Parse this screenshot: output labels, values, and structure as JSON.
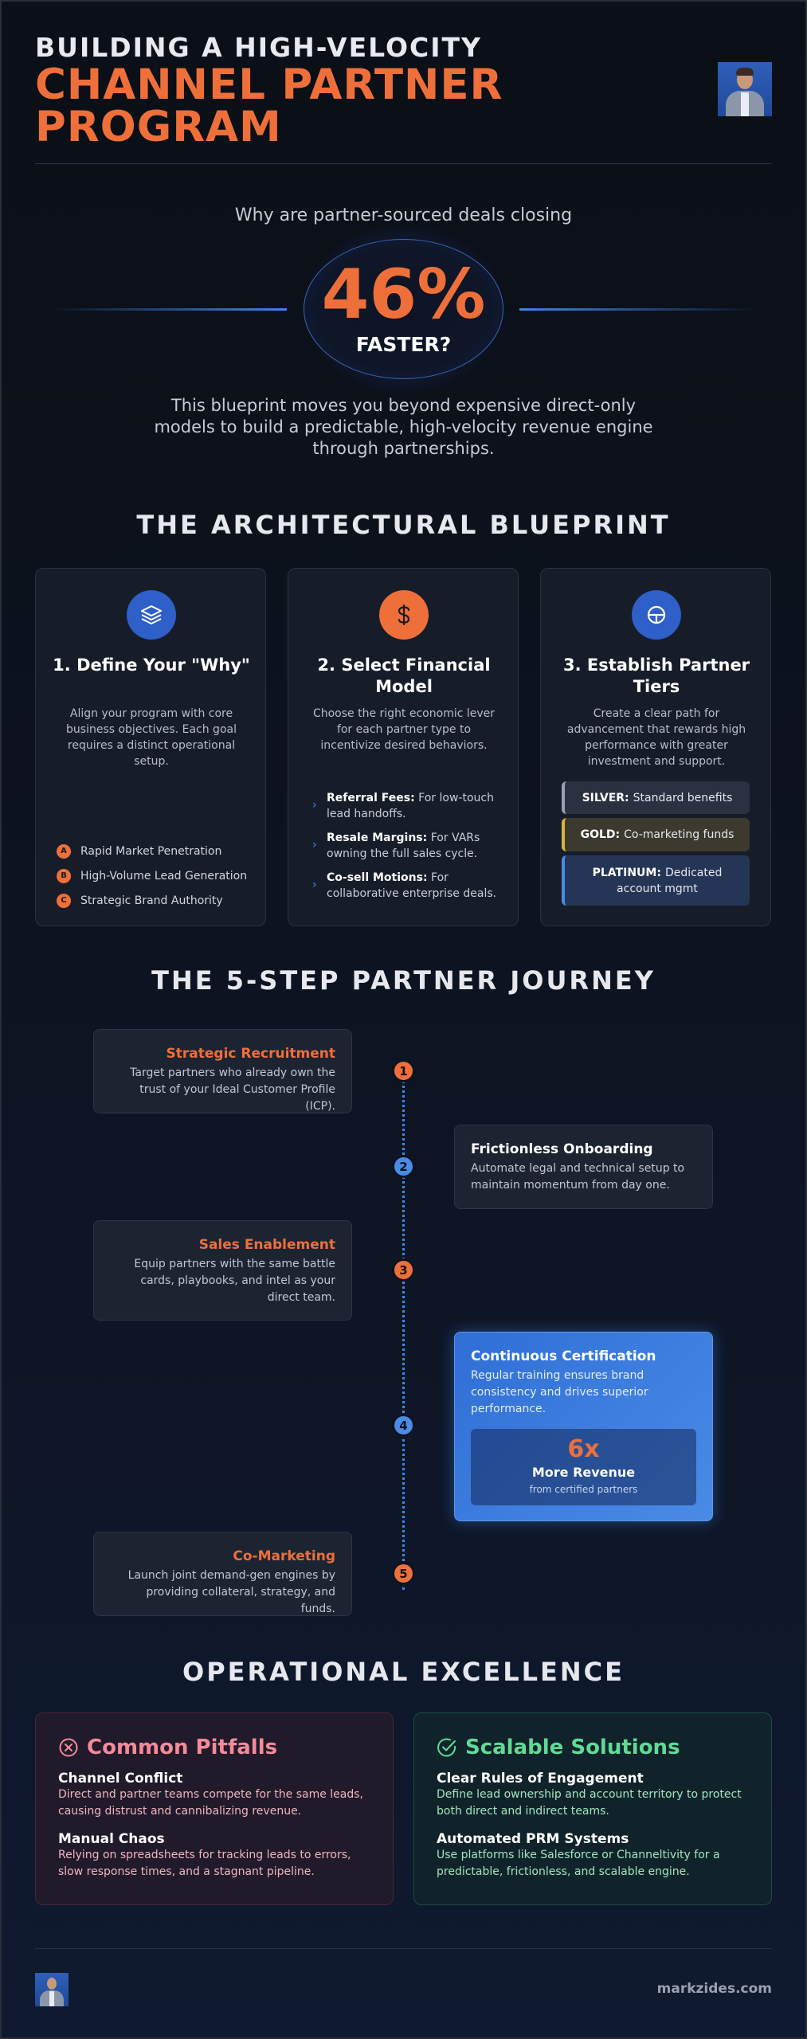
{
  "header": {
    "kicker": "BUILDING A HIGH-VELOCITY",
    "title_line1": "CHANNEL PARTNER",
    "title_line2": "PROGRAM"
  },
  "hero": {
    "question": "Why are partner-sourced deals closing",
    "stat": "46%",
    "stat_label": "FASTER?",
    "description": "This blueprint moves you beyond expensive direct-only models to build a predictable, high-velocity revenue engine through partnerships."
  },
  "blueprint": {
    "section_title": "THE ARCHITECTURAL BLUEPRINT",
    "cards": [
      {
        "icon": "layers-icon",
        "title": "1. Define Your \"Why\"",
        "description": "Align your program with core business objectives. Each goal requires a distinct operational setup.",
        "goals": [
          {
            "badge": "A",
            "label": "Rapid Market Penetration"
          },
          {
            "badge": "B",
            "label": "High-Volume Lead Generation"
          },
          {
            "badge": "C",
            "label": "Strategic Brand Authority"
          }
        ]
      },
      {
        "icon": "dollar-icon",
        "title": "2. Select Financial Model",
        "description": "Choose the right economic lever for each partner type to incentivize desired behaviors.",
        "models": [
          {
            "name": "Referral Fees:",
            "text": "For low-touch lead handoffs."
          },
          {
            "name": "Resale Margins:",
            "text": "For VARs owning the full sales cycle."
          },
          {
            "name": "Co-sell Motions:",
            "text": "For collaborative enterprise deals."
          }
        ]
      },
      {
        "icon": "steering-icon",
        "title": "3. Establish Partner Tiers",
        "description": "Create a clear path for advancement that rewards high performance with greater investment and support.",
        "tiers": [
          {
            "name": "SILVER:",
            "text": "Standard benefits"
          },
          {
            "name": "GOLD:",
            "text": "Co-marketing funds"
          },
          {
            "name": "PLATINUM:",
            "text": "Dedicated account mgmt"
          }
        ]
      }
    ]
  },
  "journey": {
    "section_title": "THE 5-STEP PARTNER JOURNEY",
    "steps": [
      {
        "number": "1",
        "title": "Strategic Recruitment",
        "text": "Target partners who already own the trust of your Ideal Customer Profile (ICP)."
      },
      {
        "number": "2",
        "title": "Frictionless Onboarding",
        "text": "Automate legal and technical setup to maintain momentum from day one."
      },
      {
        "number": "3",
        "title": "Sales Enablement",
        "text": "Equip partners with the same battle cards, playbooks, and intel as your direct team."
      },
      {
        "number": "4",
        "title": "Continuous Certification",
        "text": "Regular training ensures brand consistency and drives superior performance."
      },
      {
        "number": "5",
        "title": "Co-Marketing",
        "text": "Launch joint demand-gen engines by providing collateral, strategy, and funds."
      }
    ],
    "stat": {
      "value": "6x",
      "label": "More Revenue",
      "sub": "from certified partners"
    }
  },
  "operational": {
    "section_title": "OPERATIONAL EXCELLENCE",
    "pitfalls": {
      "title": "Common Pitfalls",
      "items": [
        {
          "title": "Channel Conflict",
          "text": "Direct and partner teams compete for the same leads, causing distrust and cannibalizing revenue."
        },
        {
          "title": "Manual Chaos",
          "text": "Relying on spreadsheets for tracking leads to errors, slow response times, and a stagnant pipeline."
        }
      ]
    },
    "solutions": {
      "title": "Scalable Solutions",
      "items": [
        {
          "title": "Clear Rules of Engagement",
          "text": "Define lead ownership and account territory to protect both direct and indirect teams."
        },
        {
          "title": "Automated PRM Systems",
          "text": "Use platforms like Salesforce or Channeltivity for a predictable, frictionless, and scalable engine."
        }
      ]
    }
  },
  "footer": {
    "brand": "markzides.com"
  },
  "colors": {
    "accent_orange": "#ef6f3a",
    "accent_blue": "#4a8be6",
    "pitfall_pink": "#f48a9a",
    "solution_green": "#5fdb96",
    "tier_silver": "#9aa1af",
    "tier_gold": "#d9b33a",
    "tier_platinum": "#4a8be6"
  }
}
